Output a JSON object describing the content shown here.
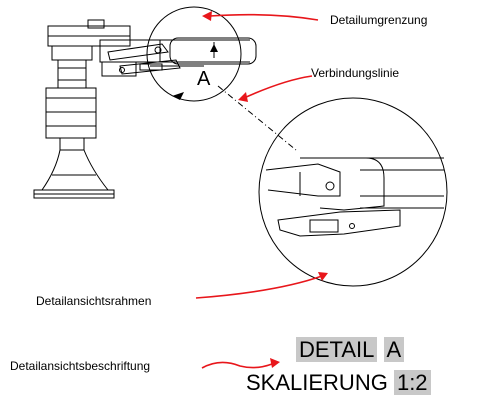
{
  "callouts": {
    "boundary": "Detailumgrenzung",
    "connector": "Verbindungslinie",
    "frame": "Detailansichtsrahmen",
    "caption": "Detailansichtsbeschriftung"
  },
  "view_letter": "A",
  "caption": {
    "word1": "DETAIL",
    "letter": "A",
    "word2": "SKALIERUNG",
    "scale": "1:2"
  },
  "colors": {
    "arrow": "#e8161b",
    "line": "#000000",
    "highlight": "#c8c8c8"
  }
}
